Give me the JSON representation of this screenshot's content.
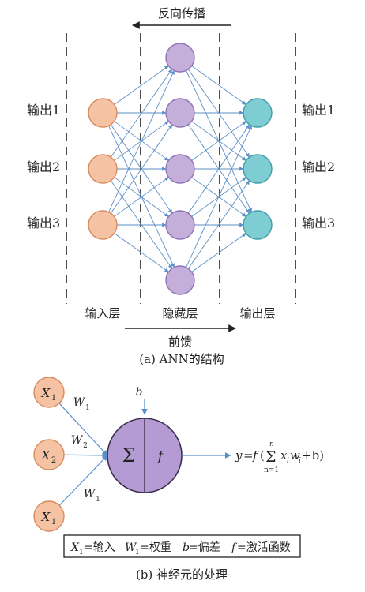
{
  "colors": {
    "input_fill": "#f5c3a3",
    "input_stroke": "#d98a5e",
    "hidden_fill": "#c4afdb",
    "hidden_stroke": "#8f73b8",
    "output_fill": "#7ecdd3",
    "output_stroke": "#3f9ca6",
    "edge": "#5b8fc7",
    "neuron_fill": "#b49bd3",
    "neuron_stroke": "#3d3050"
  },
  "top": {
    "backprop_label": "反向传播",
    "forward_label": "前馈",
    "left_labels": [
      "输出1",
      "输出2",
      "输出3"
    ],
    "right_labels": [
      "输出1",
      "输出2",
      "输出3"
    ],
    "layer_input": "输入层",
    "layer_hidden": "隐藏层",
    "layer_output": "输出层",
    "caption": "(a) ANN的结构"
  },
  "bottom": {
    "inputs": [
      {
        "base": "X",
        "sub": "1"
      },
      {
        "base": "X",
        "sub": "2"
      },
      {
        "base": "X",
        "sub": "1"
      }
    ],
    "weights": [
      {
        "base": "W",
        "sub": "1"
      },
      {
        "base": "W",
        "sub": "2"
      },
      {
        "base": "W",
        "sub": "1"
      }
    ],
    "bias": "b",
    "sum_symbol": "Σ",
    "activation": "f",
    "formula": {
      "lhs": "y",
      "eq": "=",
      "fn": "f",
      "open": "(",
      "sigma": "Σ",
      "upper": "n",
      "lower": "n=1",
      "x": "x",
      "xsub": "i",
      "w": "w",
      "wsub": "i",
      "tail": "+b)"
    },
    "legend": {
      "x": "X",
      "x_sub": "1",
      "x_def": "=输入",
      "w": "W",
      "w_sub": "1",
      "w_def": "=权重",
      "b": "b",
      "b_def": "=偏差",
      "f": "f",
      "f_def": "=激活函数"
    },
    "caption": "(b) 神经元的处理"
  }
}
